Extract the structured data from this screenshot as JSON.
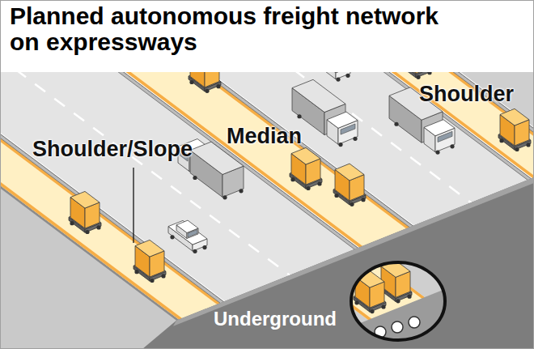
{
  "diagram": {
    "title": "Planned autonomous freight network on expressways",
    "labels": [
      "Shoulder/Slope",
      "Median",
      "Shoulder",
      "Underground"
    ]
  }
}
